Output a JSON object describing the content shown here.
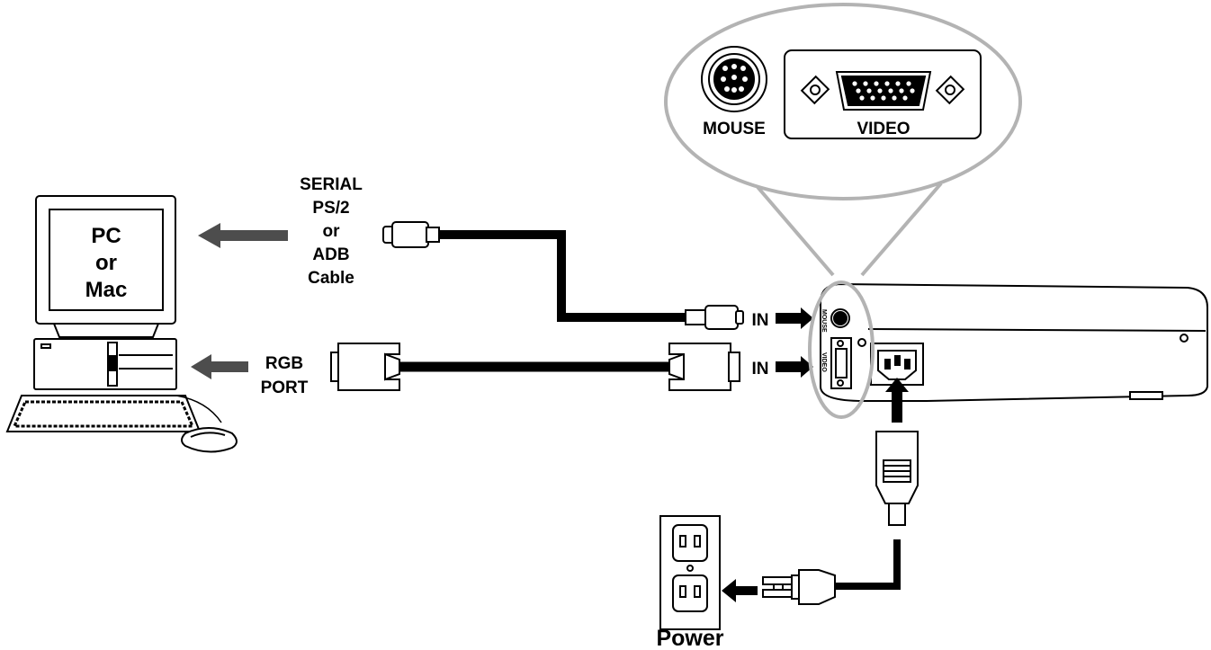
{
  "computer": {
    "screen_lines": [
      "PC",
      "or",
      "Mac"
    ],
    "serial_cable_lines": [
      "SERIAL",
      "PS/2",
      "or",
      "ADB",
      "Cable"
    ],
    "rgb_port_lines": [
      "RGB",
      "PORT"
    ]
  },
  "projector": {
    "mouse_port_label": "MOUSE",
    "video_port_label": "VIDEO",
    "side_mouse_label": "MOUSE",
    "side_video_label": "VIDEO",
    "mouse_in_label": "IN",
    "video_in_label": "IN"
  },
  "power": {
    "label": "Power"
  },
  "colors": {
    "line": "#000000",
    "callout": "#b3b3b3",
    "background": "#ffffff"
  }
}
